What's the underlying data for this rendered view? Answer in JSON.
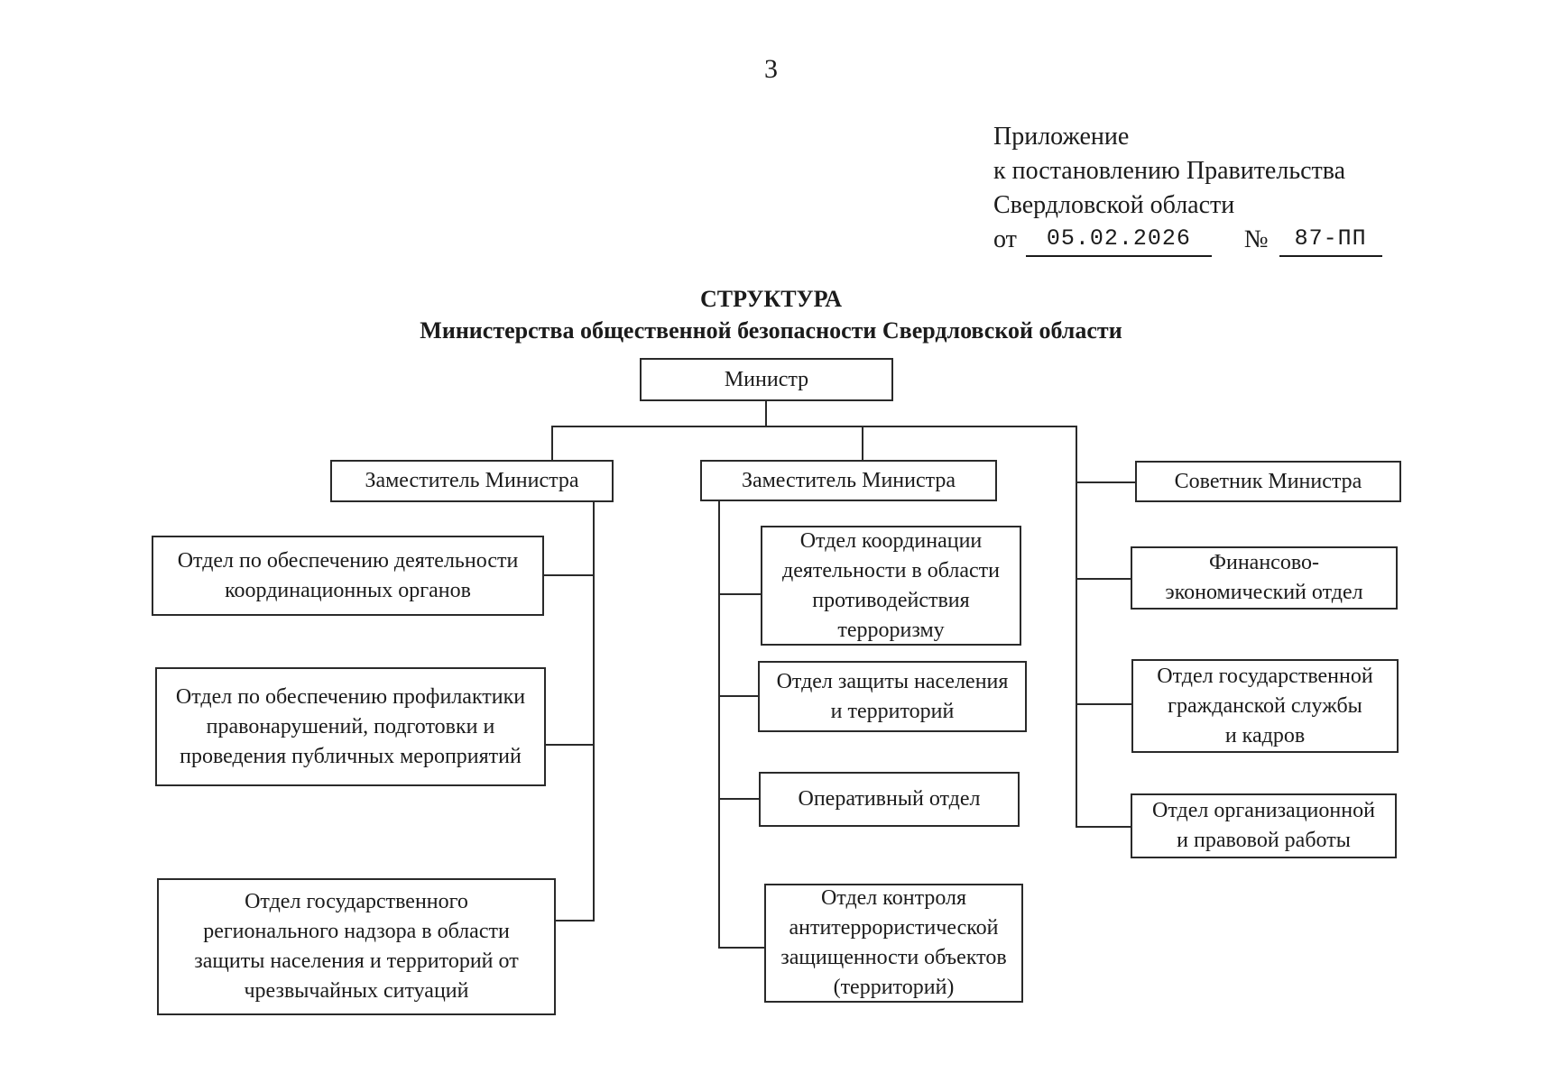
{
  "page": {
    "number": "3"
  },
  "appendix": {
    "line1": "Приложение",
    "line2": "к постановлению Правительства",
    "line3": "Свердловской области",
    "from_label": "от",
    "date": "05.02.2026",
    "number_sign": "№",
    "doc_number": "87-ПП"
  },
  "title": {
    "line1": "СТРУКТУРА",
    "line2": "Министерства общественной безопасности Свердловской области"
  },
  "org_chart": {
    "minister": "Министр",
    "deputy_left": "Заместитель Министра",
    "deputy_middle": "Заместитель Министра",
    "advisor": "Советник Министра",
    "left1": "Отдел по обеспечению деятельности\nкоординационных органов",
    "left2": "Отдел по обеспечению профилактики\nправонарушений, подготовки и\nпроведения публичных мероприятий",
    "left3": "Отдел государственного\nрегионального надзора в области\nзащиты населения и территорий от\nчрезвычайных ситуаций",
    "mid1": "Отдел координации\nдеятельности в области\nпротиводействия\nтерроризму",
    "mid2": "Отдел защиты населения\nи территорий",
    "mid3": "Оперативный отдел",
    "mid4": "Отдел контроля\nантитеррористической\nзащищенности объектов\n(территорий)",
    "right1": "Финансово-\nэкономический отдел",
    "right2": "Отдел государственной\nгражданской службы\nи кадров",
    "right3": "Отдел организационной\nи правовой работы"
  }
}
